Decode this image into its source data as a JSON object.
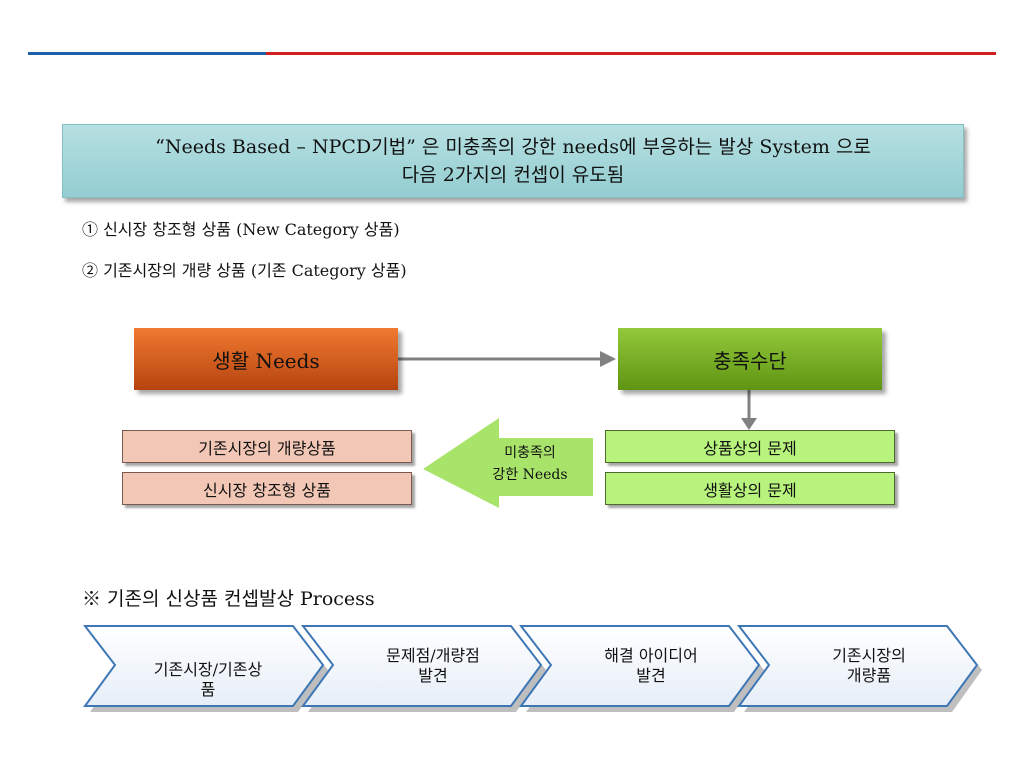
{
  "header": {
    "line1": "“Needs Based – NPCD기법” 은 미충족의 강한 needs에 부응하는 발상 System 으로",
    "line2": "다음 2가지의   컨셉이 유도됨"
  },
  "bullets": [
    "① 신시장 창조형 상품 (New Category 상품)",
    "② 기존시장의 개량 상품 (기존 Category 상품)"
  ],
  "diagram": {
    "source_box": "생활 Needs",
    "means_box": "충족수단",
    "problems": [
      "상품상의 문제",
      "생활상의 문제"
    ],
    "arrow_label_line1": "미충족의",
    "arrow_label_line2": "강한 Needs",
    "outcomes": [
      "기존시장의 개량상품",
      "신시장 창조형 상품"
    ]
  },
  "process": {
    "title": "※ 기존의 신상품 컨셉발상 Process",
    "steps": [
      {
        "line1": "기존시장/기존상",
        "line2": "품"
      },
      {
        "line1": "문제점/개량점",
        "line2": "발견"
      },
      {
        "line1": "해결 아이디어",
        "line2": "발견"
      },
      {
        "line1": "기존시장의",
        "line2": "개량품"
      }
    ]
  },
  "colors": {
    "title_line_blue": "#1f5fa8",
    "title_line_red": "#d21f1f",
    "header_fill": "#a6d7da",
    "orange": "#e0601f",
    "green": "#7ab32a",
    "pink": "#f3c7b5",
    "lime": "#b8f37d",
    "arrow_green": "#a8e46a",
    "chevron_border": "#3f77b5"
  }
}
